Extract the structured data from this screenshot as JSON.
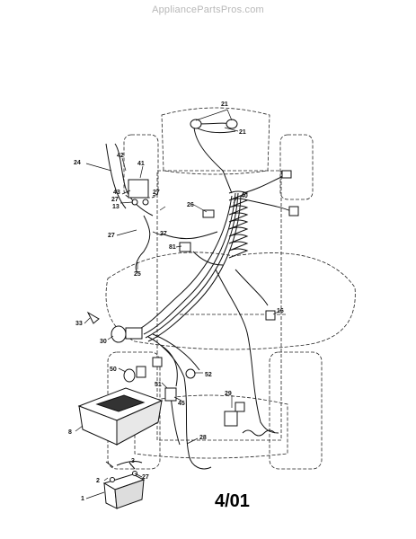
{
  "watermark": "AppliancePartsPros.com",
  "date_code": "4/01",
  "callouts": {
    "c21a": "21",
    "c21b": "21",
    "c24": "24",
    "c42": "42",
    "c41": "41",
    "c43": "43",
    "c27a": "27",
    "c13": "13",
    "c27b": "27",
    "c27c": "27",
    "c40": "40",
    "c26": "26",
    "c27d": "27",
    "c81": "81",
    "c25": "25",
    "c33": "33",
    "c16": "16",
    "c30": "30",
    "c50": "50",
    "c51": "51",
    "c52": "52",
    "c45": "45",
    "c8": "8",
    "c29": "29",
    "c28": "28",
    "c27e": "27",
    "c2": "2",
    "c3": "3",
    "c1": "1"
  }
}
